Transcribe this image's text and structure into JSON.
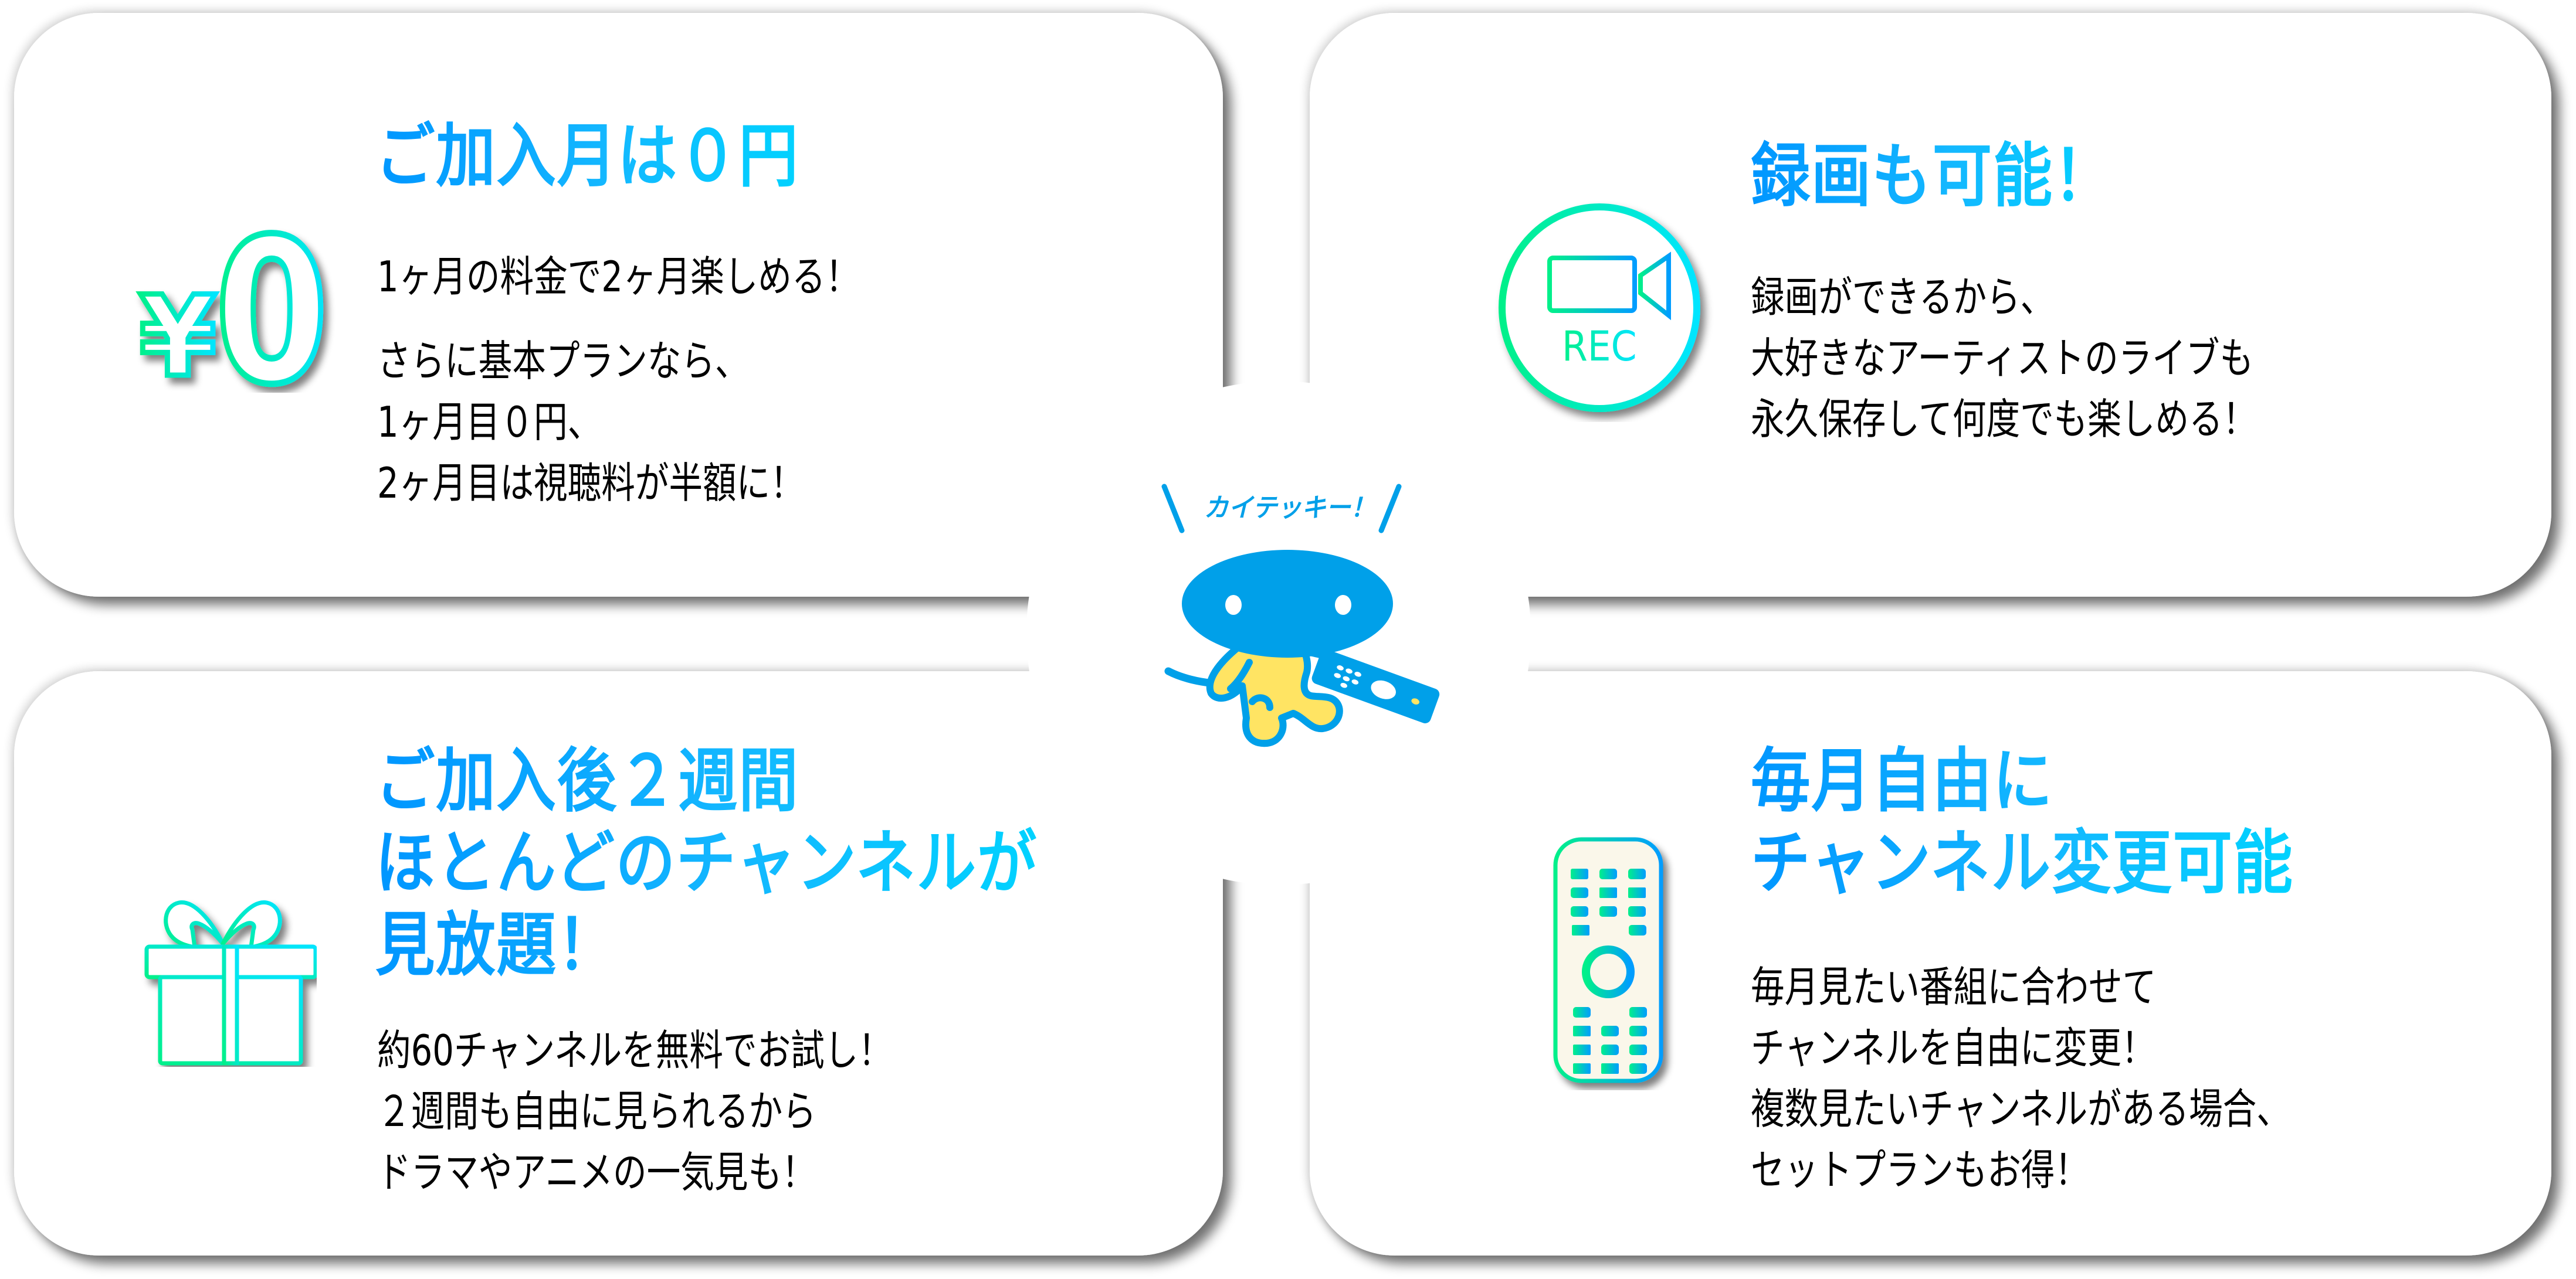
{
  "colors": {
    "title_gradient_start": "#0096ff",
    "title_gradient_end": "#00d2ff",
    "icon_gradient_green": "#00f08a",
    "icon_gradient_cyan": "#00e5ff",
    "icon_gradient_blue": "#009dff",
    "mascot_blue": "#00a0e9",
    "mascot_yellow": "#ffe463",
    "remote_fill": "#faf7ea",
    "body_text": "#000000"
  },
  "mascot": {
    "speech": "カイテッキー！",
    "icon": "mascot-character-icon"
  },
  "cards": [
    {
      "id": "free-first-month",
      "icon": "yen-zero-icon",
      "icon_text": {
        "currency": "¥",
        "amount": "0"
      },
      "title_lines": [
        "ご加入月は０円"
      ],
      "body_groups": [
        [
          "1ヶ月の料金で2ヶ月楽しめる！"
        ],
        [
          "さらに基本プランなら、",
          "1ヶ月目０円、",
          "2ヶ月目は視聴料が半額に！"
        ]
      ]
    },
    {
      "id": "recording",
      "icon": "rec-camera-icon",
      "icon_text": {
        "label": "REC"
      },
      "title_lines": [
        "録画も可能！"
      ],
      "body_groups": [
        [
          "録画ができるから、",
          "大好きなアーティストのライブも",
          "永久保存して何度でも楽しめる！"
        ]
      ]
    },
    {
      "id": "two-week-trial",
      "icon": "gift-box-icon",
      "title_lines": [
        "ご加入後２週間",
        "ほとんどのチャンネルが",
        "見放題！"
      ],
      "body_groups": [
        [
          "約60チャンネルを無料でお試し！",
          "２週間も自由に見られるから",
          "ドラマやアニメの一気見も！"
        ]
      ]
    },
    {
      "id": "monthly-channel-change",
      "icon": "remote-control-icon",
      "title_lines": [
        "毎月自由に",
        "チャンネル変更可能"
      ],
      "body_groups": [
        [
          "毎月見たい番組に合わせて",
          "チャンネルを自由に変更！",
          "複数見たいチャンネルがある場合、",
          "セットプランもお得！"
        ]
      ]
    }
  ]
}
